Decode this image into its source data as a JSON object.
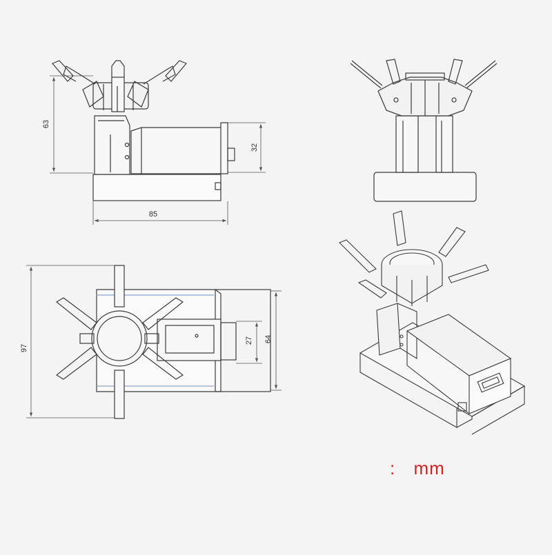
{
  "dimensions": {
    "front_height": "63",
    "front_box_height": "32",
    "front_width": "85",
    "top_total_depth": "97",
    "top_box_depth": "64",
    "top_inner_depth": "27"
  },
  "unit_note": {
    "separator": ":",
    "unit": "mm"
  },
  "colors": {
    "line": "#3a3a3a",
    "dim_line": "#555555",
    "unit_text": "#d42020",
    "background": "#f4f4f4"
  }
}
